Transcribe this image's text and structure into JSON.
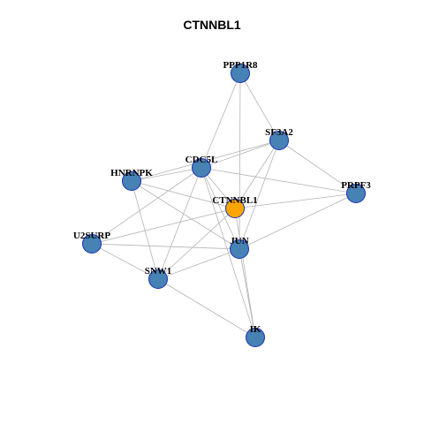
{
  "title": "CTNNBL1",
  "colors": {
    "node_default": "#4682b4",
    "node_center": "#ffa500",
    "node_border": "#1a2fb8",
    "edge": "#b4b4b4"
  },
  "nodes": [
    {
      "id": "PPP1R8",
      "label": "PPP1R8",
      "type": "default"
    },
    {
      "id": "SF3A2",
      "label": "SF3A2",
      "type": "default"
    },
    {
      "id": "CDC5L",
      "label": "CDC5L",
      "type": "default"
    },
    {
      "id": "HNRNPK",
      "label": "HNRNPK",
      "type": "default"
    },
    {
      "id": "PRPF3",
      "label": "PRPF3",
      "type": "default"
    },
    {
      "id": "CTNNBL1",
      "label": "CTNNBL1",
      "type": "center"
    },
    {
      "id": "U2SURP",
      "label": "U2SURP",
      "type": "default"
    },
    {
      "id": "JUN",
      "label": "JUN",
      "type": "default"
    },
    {
      "id": "SNW1",
      "label": "SNW1",
      "type": "default"
    },
    {
      "id": "IK",
      "label": "IK",
      "type": "default"
    }
  ],
  "edges": [
    [
      "PPP1R8",
      "SF3A2"
    ],
    [
      "PPP1R8",
      "CDC5L"
    ],
    [
      "PPP1R8",
      "JUN"
    ],
    [
      "SF3A2",
      "CDC5L"
    ],
    [
      "SF3A2",
      "HNRNPK"
    ],
    [
      "SF3A2",
      "PRPF3"
    ],
    [
      "SF3A2",
      "JUN"
    ],
    [
      "SF3A2",
      "CTNNBL1"
    ],
    [
      "CDC5L",
      "HNRNPK"
    ],
    [
      "CDC5L",
      "PRPF3"
    ],
    [
      "CDC5L",
      "JUN"
    ],
    [
      "CDC5L",
      "U2SURP"
    ],
    [
      "CDC5L",
      "SNW1"
    ],
    [
      "CDC5L",
      "IK"
    ],
    [
      "CDC5L",
      "CTNNBL1"
    ],
    [
      "HNRNPK",
      "CTNNBL1"
    ],
    [
      "HNRNPK",
      "JUN"
    ],
    [
      "HNRNPK",
      "SNW1"
    ],
    [
      "PRPF3",
      "CTNNBL1"
    ],
    [
      "PRPF3",
      "JUN"
    ],
    [
      "CTNNBL1",
      "U2SURP"
    ],
    [
      "CTNNBL1",
      "SNW1"
    ],
    [
      "CTNNBL1",
      "IK"
    ],
    [
      "U2SURP",
      "JUN"
    ],
    [
      "U2SURP",
      "SNW1"
    ],
    [
      "JUN",
      "SNW1"
    ],
    [
      "JUN",
      "IK"
    ],
    [
      "SNW1",
      "IK"
    ]
  ]
}
